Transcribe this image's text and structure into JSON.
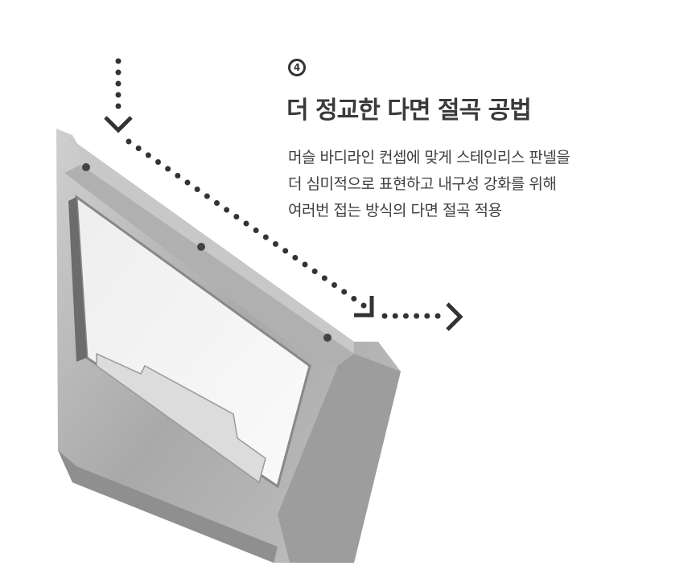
{
  "step_number": "4",
  "title": "더 정교한 다면 절곡 공법",
  "description": [
    "머슬 바디라인 컨셉에 맞게 스테인리스 판넬을",
    "더 심미적으로 표현하고 내구성 강화를 위해",
    "여러번 접는 방식의 다면 절곡 적용"
  ],
  "colors": {
    "text": "#3a3a3a",
    "steel": "#b4b4b4",
    "arrow": "#333333"
  }
}
